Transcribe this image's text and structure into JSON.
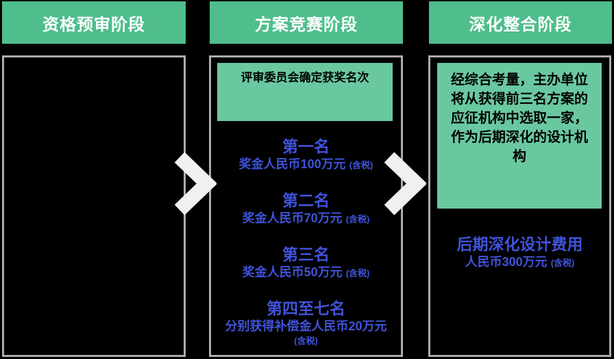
{
  "background": "#000000",
  "colors": {
    "header_green": "#4FBE8C",
    "panel_green": "#6AC8A1",
    "box_border": "#ACACAC",
    "blue_text": "#4153DB",
    "header_text": "#FFFFFF",
    "arrow": "#F0F0F0"
  },
  "stages": [
    {
      "header": "资格预审阶段"
    },
    {
      "header": "方案竞赛阶段",
      "panel_note": "评审委员会确定获奖名次",
      "prizes": [
        {
          "rank": "第一名",
          "amount": "奖金人民币100万元",
          "tax": "(含税)"
        },
        {
          "rank": "第二名",
          "amount": "奖金人民币70万元",
          "tax": "(含税)"
        },
        {
          "rank": "第三名",
          "amount": "奖金人民币50万元",
          "tax": "(含税)"
        },
        {
          "rank": "第四至七名",
          "amount": "分别获得补偿金人民币20万元",
          "tax": "(含税)"
        }
      ]
    },
    {
      "header": "深化整合阶段",
      "panel_note": "经综合考量，主办单位将从获得前三名方案的应征机构中选取一家，作为后期深化的设计机构",
      "fee": {
        "title": "后期深化设计费用",
        "amount": "人民币300万元",
        "tax": "(含税)"
      }
    }
  ]
}
